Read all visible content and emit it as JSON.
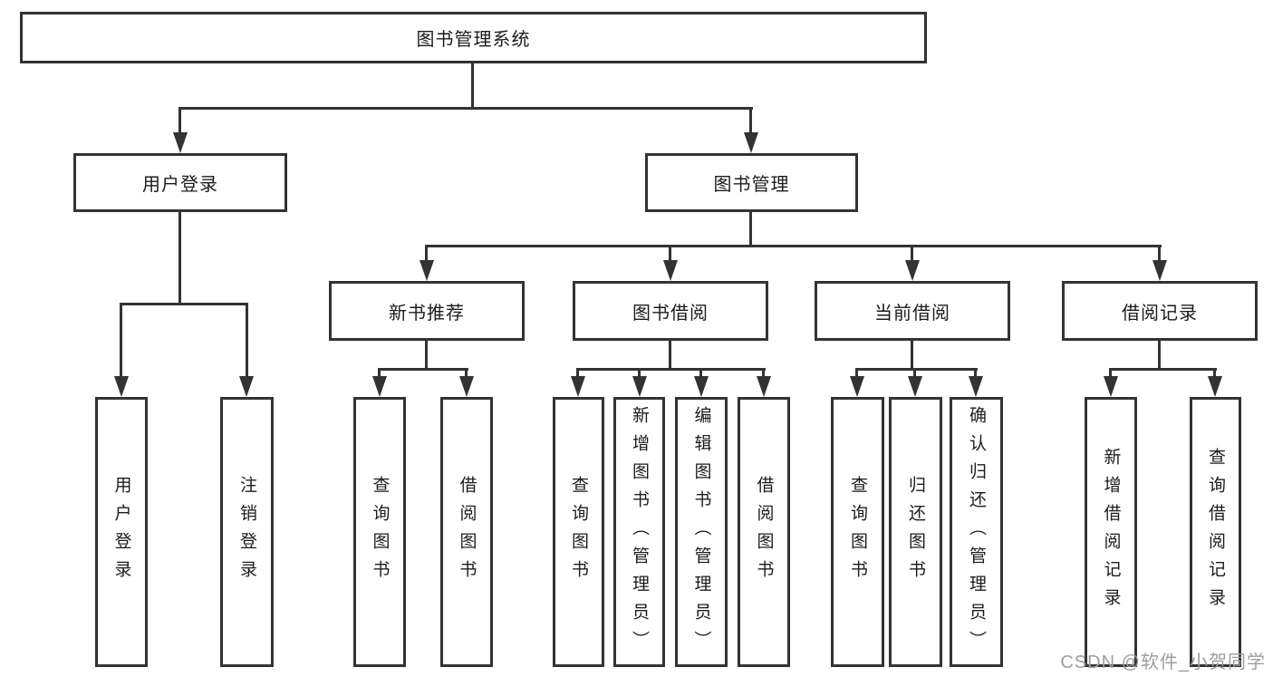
{
  "diagram_title": "图书管理系统",
  "tree": {
    "label": "图书管理系统",
    "children": [
      {
        "label": "用户登录",
        "children": [
          {
            "label": "用户登录"
          },
          {
            "label": "注销登录"
          }
        ]
      },
      {
        "label": "图书管理",
        "children": [
          {
            "label": "新书推荐",
            "children": [
              {
                "label": "查询图书"
              },
              {
                "label": "借阅图书"
              }
            ]
          },
          {
            "label": "图书借阅",
            "children": [
              {
                "label": "查询图书"
              },
              {
                "label": "新增图书（管理员）"
              },
              {
                "label": "编辑图书（管理员）"
              },
              {
                "label": "借阅图书"
              }
            ]
          },
          {
            "label": "当前借阅",
            "children": [
              {
                "label": "查询图书"
              },
              {
                "label": "归还图书"
              },
              {
                "label": "确认归还（管理员）"
              }
            ]
          },
          {
            "label": "借阅记录",
            "children": [
              {
                "label": "新增借阅记录"
              },
              {
                "label": "查询借阅记录"
              }
            ]
          }
        ]
      }
    ]
  },
  "watermark": {
    "text": "CSDN @软件_小贺同学"
  },
  "colors": {
    "line": "#333333",
    "text": "#1c1c1c",
    "watermark": "#9d9d9d",
    "background": "#ffffff"
  }
}
